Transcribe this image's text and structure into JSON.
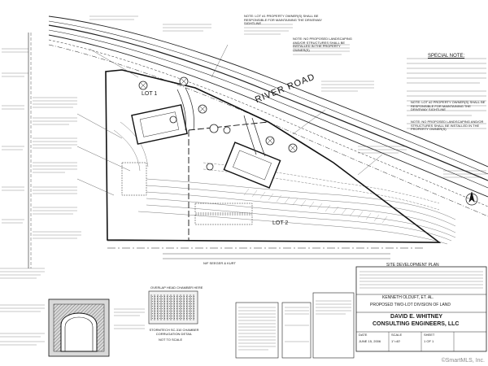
{
  "sheet": {
    "road_name": "RIVER ROAD",
    "lot_1": "LOT 1",
    "lot_2": "LOT 2",
    "special_note_heading": "SPECIAL NOTE:",
    "note_blocks": [
      "NOTE: LOT #1 PROPERTY OWNER(S) SHALL BE RESPONSIBLE FOR MAINTAINING THE DRIVEWAY SIGHTLINE",
      "NOTE: NO PROPOSED LANDSCAPING AND/OR STRUCTURES SHALL BE INSTALLED IN THE PROPERTY OWNER(S)",
      "NOTE: LOT #2 PROPERTY OWNER(S) SHALL BE RESPONSIBLE FOR MAINTAINING THE DRIVEWAY SIGHTLINE",
      "NOTE: NO PROPOSED LANDSCAPING AND/OR STRUCTURES SHALL BE INSTALLED IN THE PROPERTY OWNER(S)"
    ],
    "lot_line_label": "N/F SEEGER & KURT",
    "detail_title": "STORMTECH SC-310 CHAMBER CORRUGATION DETAIL",
    "detail_subtitle": "NOT TO SCALE",
    "overlap_label": "OVERLAP HEAD CHAMBER HERE",
    "site_plan_label": "SITE DEVELOPMENT PLAN",
    "prepared_for": "KENNETH OLDUFT, ET. AL.",
    "project_line": "PROPOSED TWO-LOT DIVISION OF LAND",
    "firm_name": "DAVID E. WHITNEY",
    "firm_name_2": "CONSULTING ENGINEERS, LLC",
    "date_label": "DATE",
    "date_value": "JUNE 15, 2006",
    "scale_label": "SCALE",
    "scale_value": "1\"=40'",
    "sheet_label": "SHEET",
    "sheet_value": "1 OF 1",
    "watermark": "©SmartMLS, Inc."
  }
}
